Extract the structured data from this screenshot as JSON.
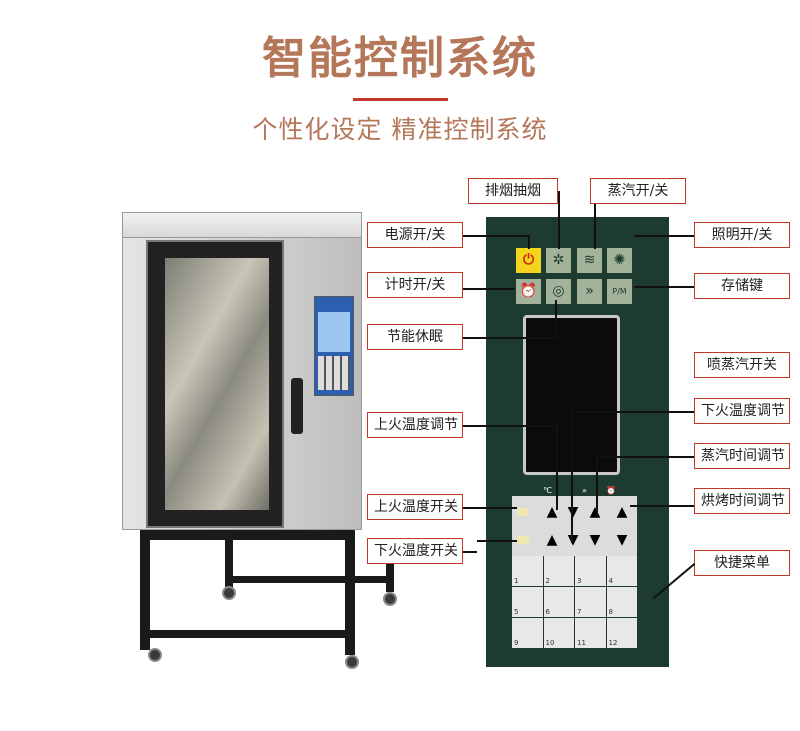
{
  "header": {
    "title": "智能控制系统",
    "subtitle": "个性化设定  精准控制系统"
  },
  "colors": {
    "accent": "#b5775a",
    "underline": "#c0392b",
    "panel": "#1d3b2f"
  },
  "labels": {
    "exhaust": "排烟抽烟",
    "steam_toggle": "蒸汽开/关",
    "power": "电源开/关",
    "lighting": "照明开/关",
    "timer": "计时开/关",
    "store_key": "存储键",
    "eco_sleep": "节能休眠",
    "spray_steam": "喷蒸汽开关",
    "lower_temp_adjust": "下火温度调节",
    "upper_temp_adjust": "上火温度调节",
    "steam_time_adjust": "蒸汽时间调节",
    "upper_temp_switch": "上火温度开关",
    "bake_time_adjust": "烘烤时间调节",
    "lower_temp_switch": "下火温度开关",
    "shortcut_menu": "快捷菜单"
  },
  "panel": {
    "celsius_mark": "℃",
    "store_text": "P/M",
    "numpad": [
      "1",
      "2",
      "3",
      "4",
      "5",
      "6",
      "7",
      "8",
      "9",
      "10",
      "11",
      "12"
    ]
  },
  "icons": {
    "power": "power-icon",
    "fan": "fan-icon",
    "steam": "steam-icon",
    "light": "light-icon",
    "alarm": "alarm-clock-icon",
    "eco": "eco-sleep-icon",
    "spray": "spray-icon",
    "store": "store-icon"
  }
}
